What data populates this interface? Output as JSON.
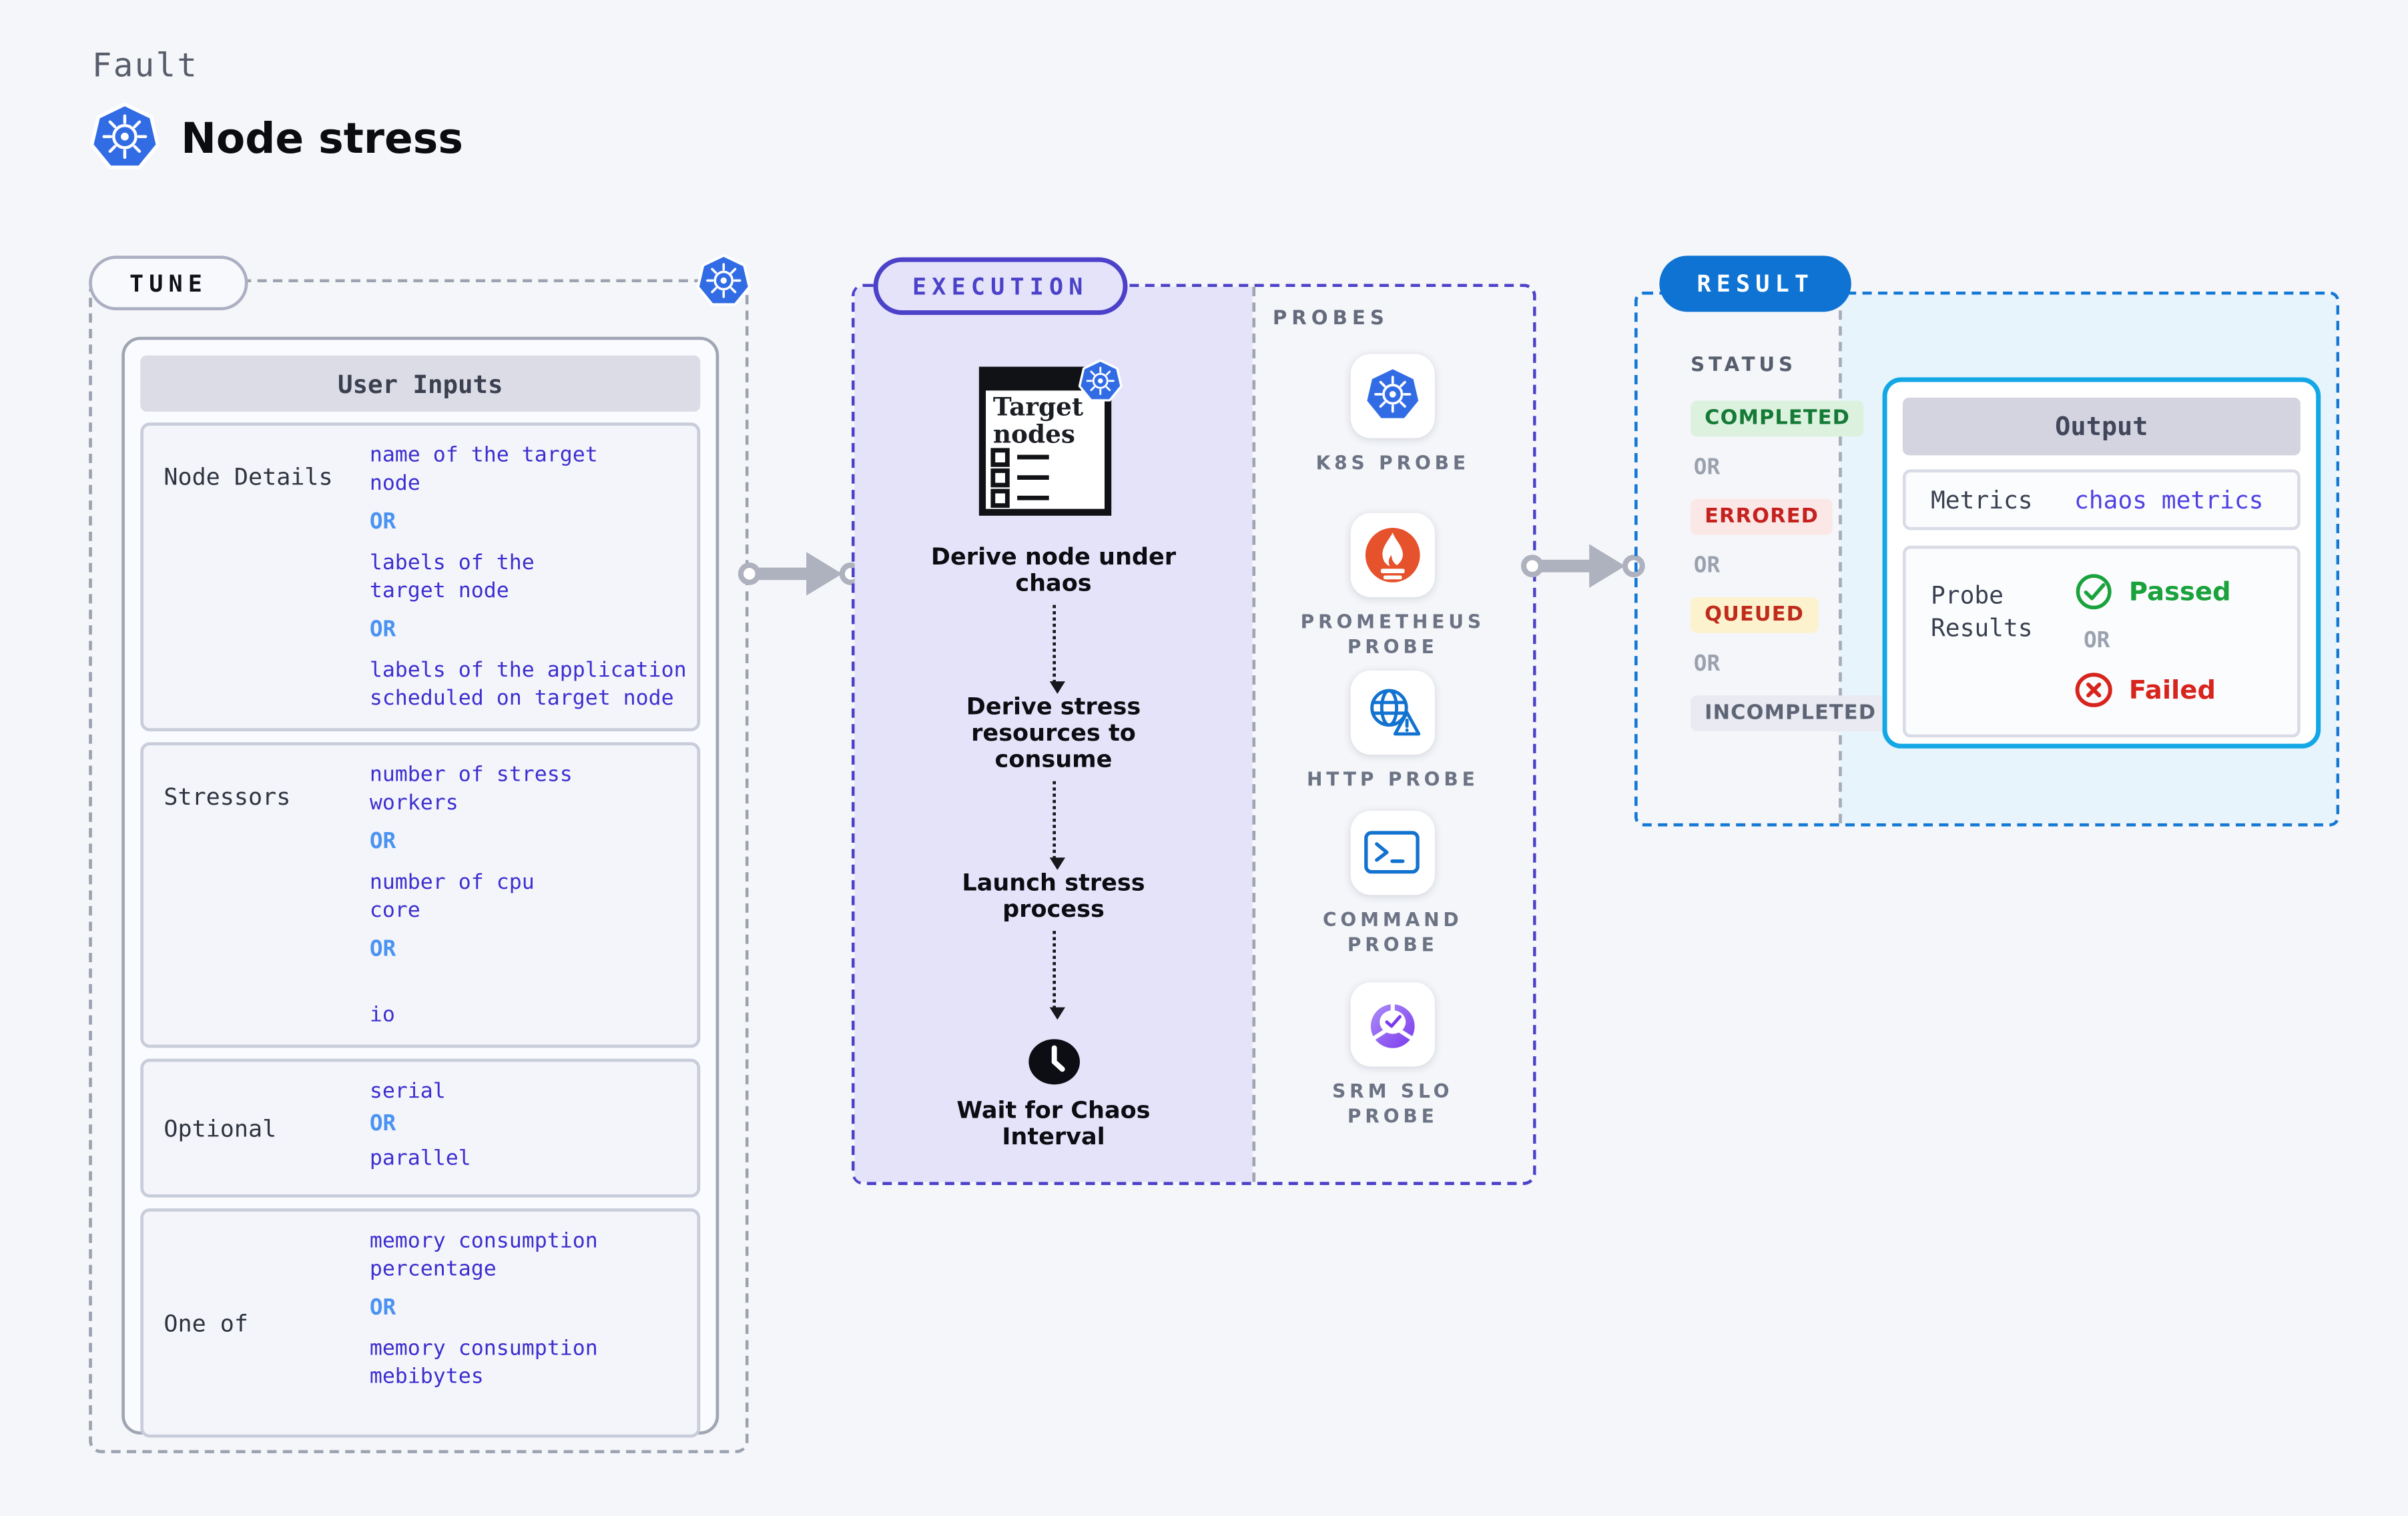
{
  "header": {
    "eyebrow": "Fault",
    "title": "Node stress",
    "title_icon": "kubernetes-icon"
  },
  "tune": {
    "pill": "TUNE",
    "corner_icon": "kubernetes-icon",
    "table": {
      "header": "User Inputs",
      "rows": [
        {
          "label": "Node Details",
          "items": [
            {
              "kind": "value",
              "text": "name of the target\nnode"
            },
            {
              "kind": "or",
              "text": "OR"
            },
            {
              "kind": "value",
              "text": "labels of the\ntarget node"
            },
            {
              "kind": "or",
              "text": "OR"
            },
            {
              "kind": "value",
              "text": "labels of the application\n scheduled on target node"
            }
          ]
        },
        {
          "label": "Stressors",
          "items": [
            {
              "kind": "value",
              "text": "number of stress\nworkers"
            },
            {
              "kind": "or",
              "text": "OR"
            },
            {
              "kind": "value",
              "text": "number of cpu\ncore"
            },
            {
              "kind": "or",
              "text": "OR"
            },
            {
              "kind": "value",
              "text": "io"
            }
          ]
        },
        {
          "label": "Optional",
          "items": [
            {
              "kind": "value",
              "text": "serial"
            },
            {
              "kind": "or",
              "text": "OR"
            },
            {
              "kind": "value",
              "text": "parallel"
            }
          ]
        },
        {
          "label": "One of",
          "items": [
            {
              "kind": "value",
              "text": "memory consumption\npercentage"
            },
            {
              "kind": "or",
              "text": "OR"
            },
            {
              "kind": "value",
              "text": "memory consumption\nmebibytes"
            }
          ]
        }
      ]
    }
  },
  "execution": {
    "pill": "EXECUTION",
    "clipboard": {
      "icon": "clipboard-checklist-icon",
      "badge_icon": "kubernetes-icon",
      "title_lines": [
        "Target",
        "nodes"
      ]
    },
    "steps": [
      "Derive node under\nchaos",
      "Derive stress\nresources to\nconsume",
      "Launch stress\nprocess"
    ],
    "wait_icon": "clock-icon",
    "final_step": "Wait for Chaos\nInterval"
  },
  "probes": {
    "heading": "PROBES",
    "items": [
      {
        "label": "K8S PROBE",
        "icon": "kubernetes-icon"
      },
      {
        "label": "PROMETHEUS\nPROBE",
        "icon": "prometheus-icon"
      },
      {
        "label": "HTTP PROBE",
        "icon": "globe-warning-icon"
      },
      {
        "label": "COMMAND\nPROBE",
        "icon": "terminal-icon"
      },
      {
        "label": "SRM SLO\nPROBE",
        "icon": "slo-donut-icon"
      }
    ]
  },
  "result": {
    "pill": "RESULT",
    "status": {
      "heading": "STATUS",
      "or": "OR",
      "badges": [
        {
          "label": "COMPLETED"
        },
        {
          "label": "ERRORED"
        },
        {
          "label": "QUEUED"
        },
        {
          "label": "INCOMPLETED"
        }
      ]
    },
    "output": {
      "header": "Output",
      "metrics_label": "Metrics",
      "metrics_value": "chaos metrics",
      "probe_results_label": "Probe\nResults",
      "passed": "Passed",
      "or": "OR",
      "failed": "Failed"
    }
  },
  "colors": {
    "page_background": "#F4F6F9",
    "kubernetes_blue": "#326CE5",
    "tune_border_gray": "#9CA2AF",
    "execution_indigo": "#4C42C9",
    "execution_fill": "#E4E3F9",
    "result_blue": "#1478D6",
    "result_pill_blue": "#0F73D3",
    "result_fill": "#E7F4FC",
    "output_border_cyan": "#13A7E6",
    "value_indigo": "#3D2FD0",
    "or_blue": "#4B93F1",
    "passed_green": "#1AA23C",
    "failed_red": "#D7251D",
    "completed_green": "#157A36",
    "errored_red": "#C5221F",
    "queued_text_red": "#BF2B1C",
    "queued_bg_amber": "#FCF2CD",
    "prometheus_orange": "#E6522C",
    "http_blue": "#1272CF",
    "slo_purple": "#7C3AED",
    "arrow_gray": "#AEB1BE",
    "clipboard_green": "#0F8A47"
  }
}
